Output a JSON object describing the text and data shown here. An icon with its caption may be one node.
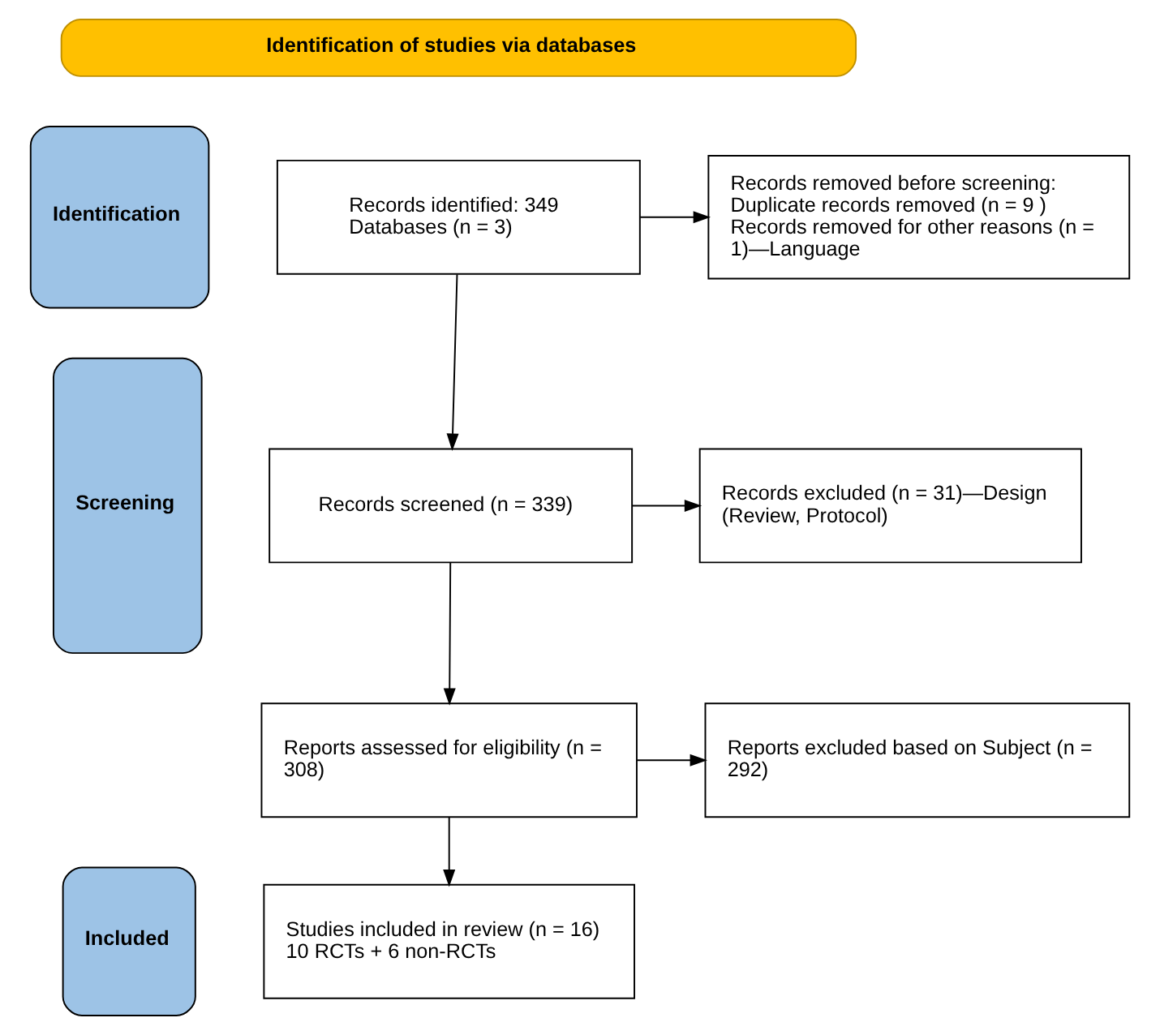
{
  "diagram": {
    "nodes": [
      {
        "text": [
          "Identification of studies via databases"
        ]
      },
      {
        "text": [
          "Identification"
        ]
      },
      {
        "text": [
          "Records identified: 349",
          "Databases (n = 3)"
        ]
      },
      {
        "text": [
          "Records removed before screening:",
          "Duplicate records removed (n = 9 )",
          "Records removed for other reasons (n = 1)—Language"
        ]
      },
      {
        "text": [
          "Screening"
        ]
      },
      {
        "text": [
          "Records screened (n = 339)"
        ]
      },
      {
        "text": [
          "Records excluded (n = 31)—Design (Review, Protocol)"
        ]
      },
      {
        "text": [
          "Reports assessed for eligibility (n = 308)"
        ]
      },
      {
        "text": [
          "Reports excluded based on Subject (n = 292)"
        ]
      },
      {
        "text": [
          "Included"
        ]
      },
      {
        "text": [
          "Studies included in review (n = 16)",
          "10 RCTs + 6 non-RCTs"
        ]
      }
    ],
    "edges": [
      {
        "from": 2,
        "to": 3,
        "arrow": "to"
      },
      {
        "from": 2,
        "to": 5,
        "arrow": "to"
      },
      {
        "from": 5,
        "to": 6,
        "arrow": "to"
      },
      {
        "from": 5,
        "to": 7,
        "arrow": "to"
      },
      {
        "from": 7,
        "to": 8,
        "arrow": "to"
      },
      {
        "from": 7,
        "to": 10,
        "arrow": "to"
      }
    ]
  }
}
